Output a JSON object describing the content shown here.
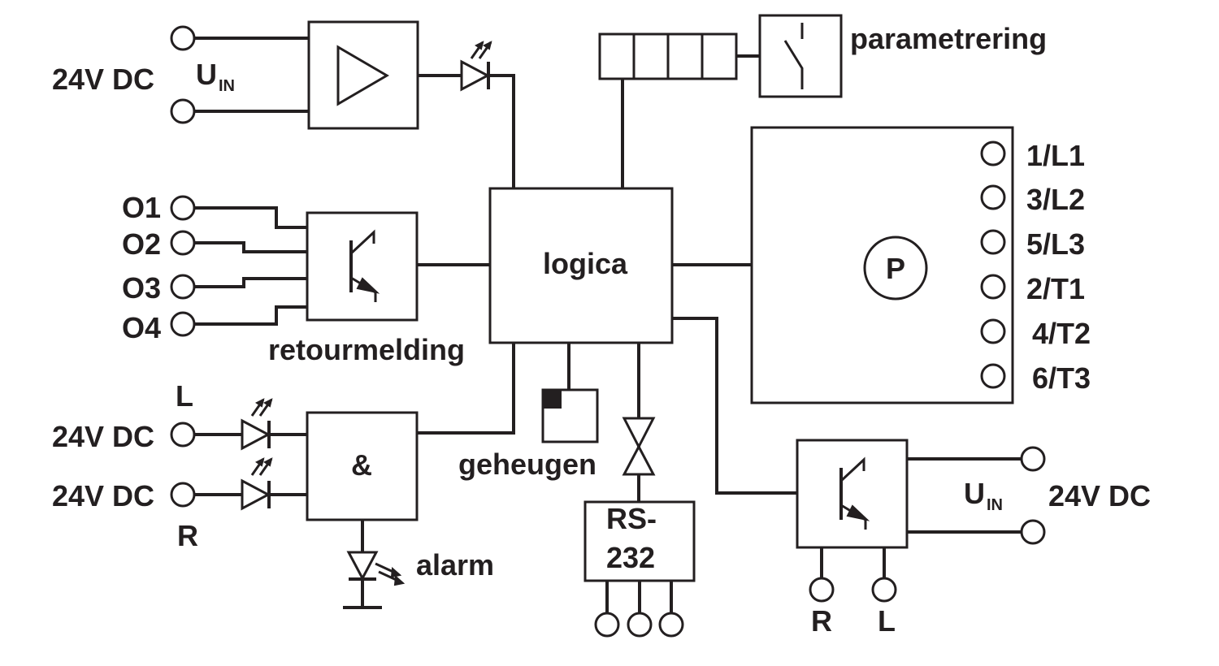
{
  "labels": {
    "supply_left": "24V DC",
    "u_in_main": "U",
    "u_in_sub": "IN",
    "parametrering": "parametrering",
    "logica": "logica",
    "retourmelding": "retourmelding",
    "o1": "O1",
    "o2": "O2",
    "o3": "O3",
    "o4": "O4",
    "l_left": "L",
    "r_left": "R",
    "supply_l": "24V DC",
    "supply_r": "24V DC",
    "and_gate": "&",
    "alarm": "alarm",
    "geheugen": "geheugen",
    "rs232_line1": "RS-",
    "rs232_line2": "232",
    "motor": "P",
    "term_1": "1/L1",
    "term_2": "3/L2",
    "term_3": "5/L3",
    "term_4": "2/T1",
    "term_5": "4/T2",
    "term_6": "6/T3",
    "u_in_right_main": "U",
    "u_in_right_sub": "IN",
    "supply_right": "24V DC",
    "r_bottom": "R",
    "l_bottom": "L"
  }
}
